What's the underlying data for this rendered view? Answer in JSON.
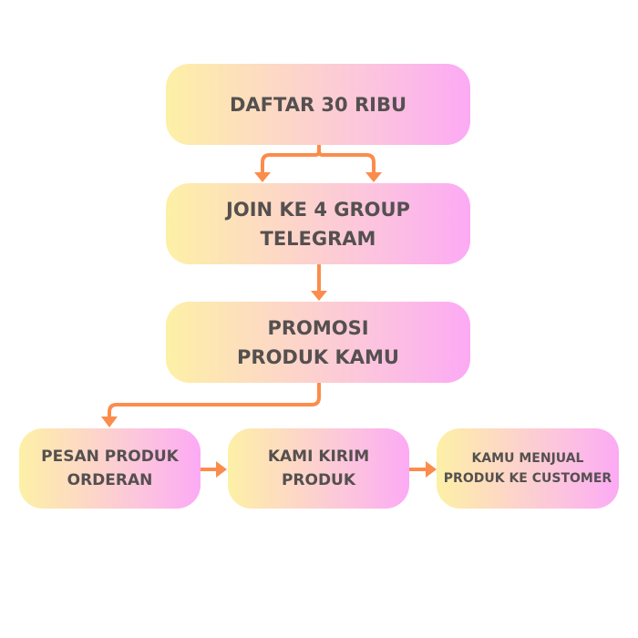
{
  "steps": [
    {
      "line1": "DAFTAR 30 RIBU",
      "line2": ""
    },
    {
      "line1": "JOIN KE 4 GROUP",
      "line2": "TELEGRAM"
    },
    {
      "line1": "PROMOSI",
      "line2": "PRODUK KAMU"
    },
    {
      "line1": "PESAN PRODUK",
      "line2": "ORDERAN"
    },
    {
      "line1": "KAMI KIRIM",
      "line2": "PRODUK"
    },
    {
      "line1": "KAMU MENJUAL",
      "line2": "PRODUK KE CUSTOMER"
    }
  ],
  "colors": {
    "arrow": "#fb8c4c",
    "text": "#555050",
    "gradient_start": "#fdf0a6",
    "gradient_end": "#fcaaf4"
  }
}
